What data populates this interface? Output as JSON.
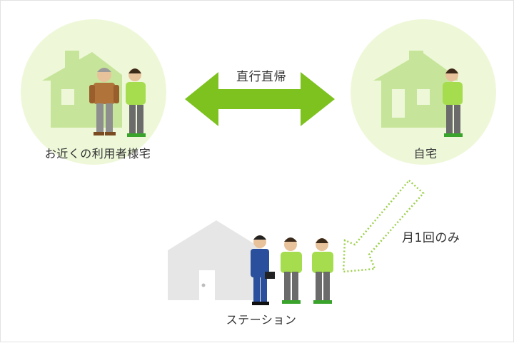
{
  "labels": {
    "neighbor_home": "お近くの利用者様宅",
    "own_home": "自宅",
    "direct_commute": "直行直帰",
    "monthly_only": "月1回のみ",
    "station": "ステーション"
  },
  "colors": {
    "circle_fill": "#eef8d9",
    "house_green": "#c6e59a",
    "house_gray": "#e6e6e6",
    "arrow_green": "#7dc21f",
    "uniform_green": "#a5dd4f",
    "dotted_arrow": "#9cd04a"
  }
}
